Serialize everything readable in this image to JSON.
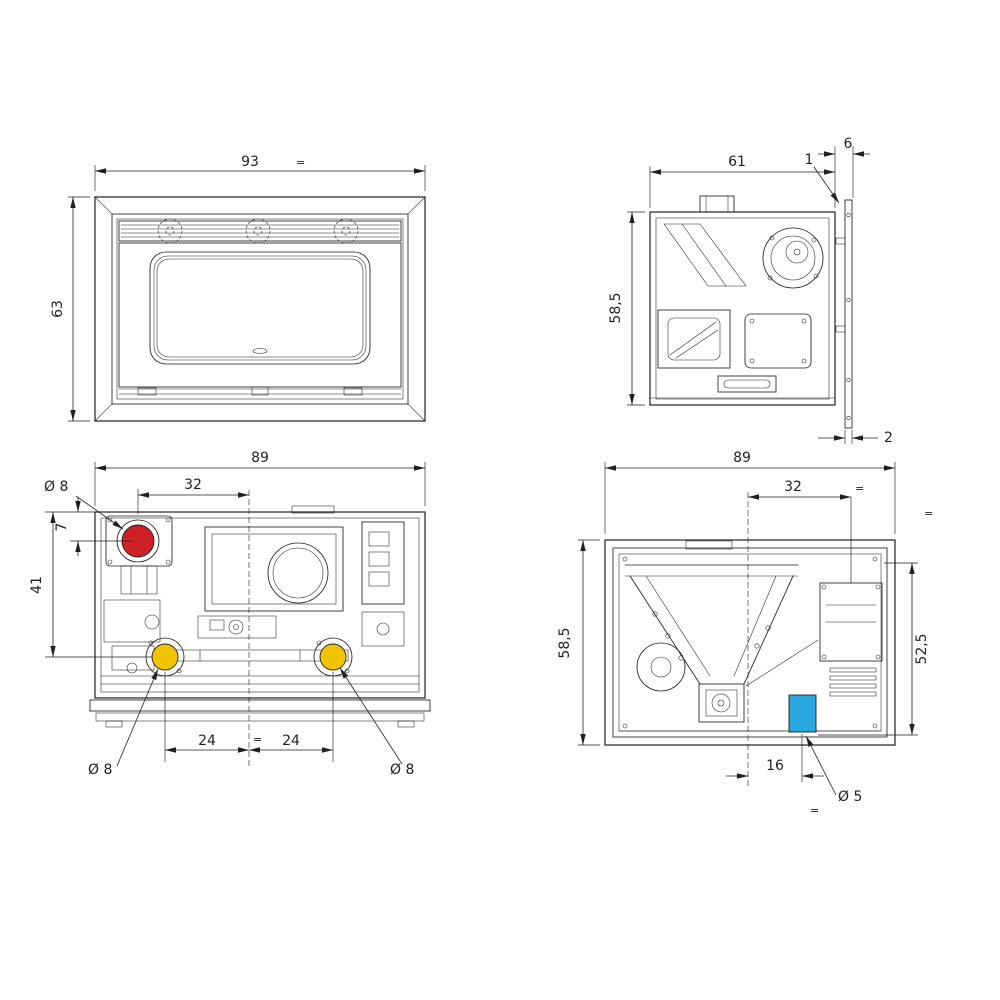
{
  "colors": {
    "line": "#231f20",
    "flue_red": "#cf2026",
    "outlet_yellow": "#f2c500",
    "connector_blue": "#29a8e0"
  },
  "views": {
    "front": {
      "dims": {
        "width": "93",
        "height": "63",
        "equal": "="
      }
    },
    "side": {
      "dims": {
        "depth": "61",
        "gap": "1",
        "overhang": "6",
        "height": "58,5",
        "plate_thickness": "2"
      }
    },
    "plan": {
      "dims": {
        "width": "89",
        "flue_offset": "32",
        "flue_diameter": "Ø 8",
        "rear_offset": "7",
        "outlet_depth": "41",
        "outlet_spacing_left": "24",
        "outlet_spacing_right": "24",
        "equal": "=",
        "outlet_left_diameter": "Ø 8",
        "outlet_right_diameter": "Ø 8"
      }
    },
    "rear": {
      "dims": {
        "width": "89",
        "box_offset": "32",
        "equal_top": "=",
        "equal_right": "=",
        "equal_bottom": "=",
        "height": "58,5",
        "inner_height": "52,5",
        "connector_offset": "16",
        "connector_diameter": "Ø 5"
      }
    }
  }
}
